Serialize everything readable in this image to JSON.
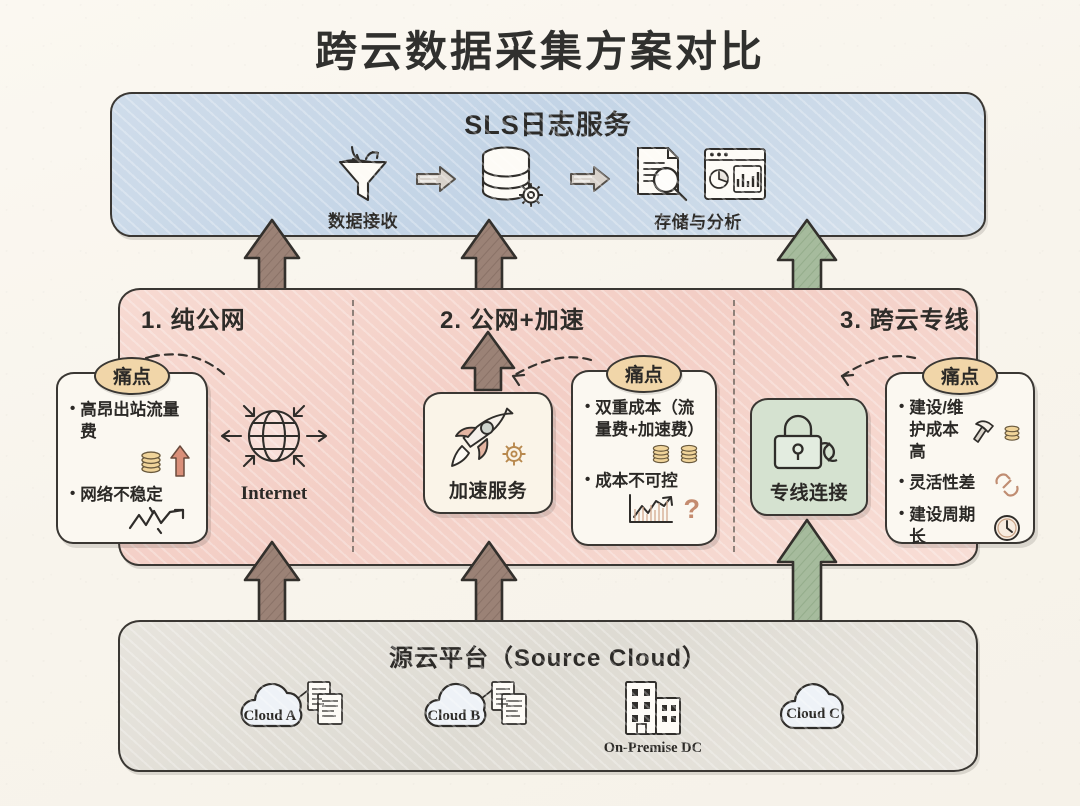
{
  "title": "跨云数据采集方案对比",
  "sls": {
    "title": "SLS日志服务",
    "stages": [
      {
        "caption": "数据接收",
        "icons": [
          "funnel-icon"
        ]
      },
      {
        "caption": "",
        "icons": [
          "arrow-right-icon"
        ]
      },
      {
        "caption": "",
        "icons": [
          "database-gear-icon"
        ]
      },
      {
        "caption": "",
        "icons": [
          "arrow-right-icon"
        ]
      },
      {
        "caption": "存储与分析",
        "icons": [
          "document-search-icon",
          "dashboard-icon"
        ]
      }
    ],
    "stage_1_caption": "数据接收",
    "stage_5_caption": "存储与分析",
    "bg_color": "#cfdcea"
  },
  "columns": [
    {
      "heading": "1. 纯公网",
      "node": {
        "label": "Internet",
        "icon": "globe-icon"
      },
      "pain": {
        "badge": "痛点",
        "items": [
          {
            "text": "高昂出站流量费",
            "icons": [
              "coins-icon",
              "up-arrow-icon"
            ]
          },
          {
            "text": "网络不稳定",
            "icons": [
              "volatile-trend-icon"
            ]
          }
        ]
      },
      "arrow_color": "#9b8276"
    },
    {
      "heading": "2. 公网+加速",
      "node": {
        "label": "加速服务",
        "icon": "rocket-gear-icon"
      },
      "pain": {
        "badge": "痛点",
        "items": [
          {
            "text": "双重成本（流量费+加速费）",
            "icons": [
              "coins-icon",
              "coins-icon"
            ]
          },
          {
            "text": "成本不可控",
            "icons": [
              "trend-chart-icon",
              "question-mark-icon"
            ]
          }
        ]
      },
      "arrow_color": "#9b8276"
    },
    {
      "heading": "3. 跨云专线",
      "node": {
        "label": "专线连接",
        "icon": "lock-chain-icon"
      },
      "pain": {
        "badge": "痛点",
        "items": [
          {
            "text": "建设/维护成本高",
            "icons": [
              "hammer-icon",
              "coins-icon"
            ]
          },
          {
            "text": "灵活性差",
            "icons": [
              "chain-icon"
            ]
          },
          {
            "text": "建设周期长",
            "icons": [
              "clock-icon"
            ]
          }
        ]
      },
      "arrow_color": "#a6bb9d"
    }
  ],
  "source": {
    "title": "源云平台（Source Cloud）",
    "items": [
      {
        "label": "Cloud A",
        "icon": "cloud-docs-icon"
      },
      {
        "label": "Cloud B",
        "icon": "cloud-docs-icon"
      },
      {
        "label": "On-Premise DC",
        "icon": "building-icon"
      },
      {
        "label": "Cloud C",
        "icon": "cloud-icon"
      }
    ]
  },
  "colors": {
    "paper": "#faf7f0",
    "band_pink": "#f5d4cb",
    "banner_blue": "#cfdcea",
    "source_gray": "#e3e0da",
    "arrow_brown": "#9b8276",
    "arrow_green": "#a6bb9d",
    "badge_tan": "#f1d6a9",
    "ink": "#3a3733"
  }
}
